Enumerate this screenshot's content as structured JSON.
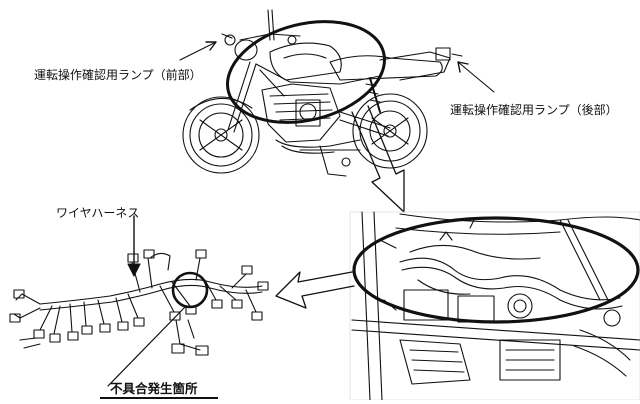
{
  "labels": {
    "front_lamp": "運転操作確認用ランプ（前部）",
    "rear_lamp": "運転操作確認用ランプ（後部）",
    "wire_harness": "ワイヤハーネス",
    "defect_location": "不具合発生箇所"
  },
  "colors": {
    "line": "#111111",
    "background": "#ffffff"
  }
}
